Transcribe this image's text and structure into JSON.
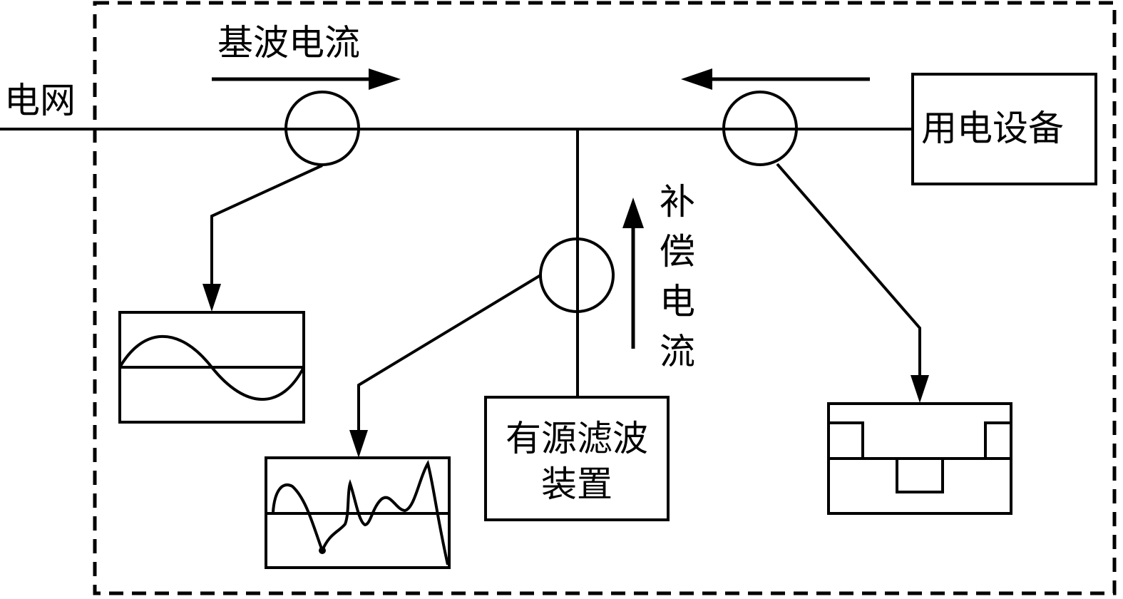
{
  "labels": {
    "grid": "电网",
    "fundamental_current": "基波电流",
    "load": "用电设备",
    "compensation_current": [
      "补",
      "偿",
      "电",
      "流"
    ],
    "apf_line1": "有源滤波",
    "apf_line2": "装置"
  },
  "colors": {
    "stroke": "#000000",
    "background": "#ffffff"
  }
}
